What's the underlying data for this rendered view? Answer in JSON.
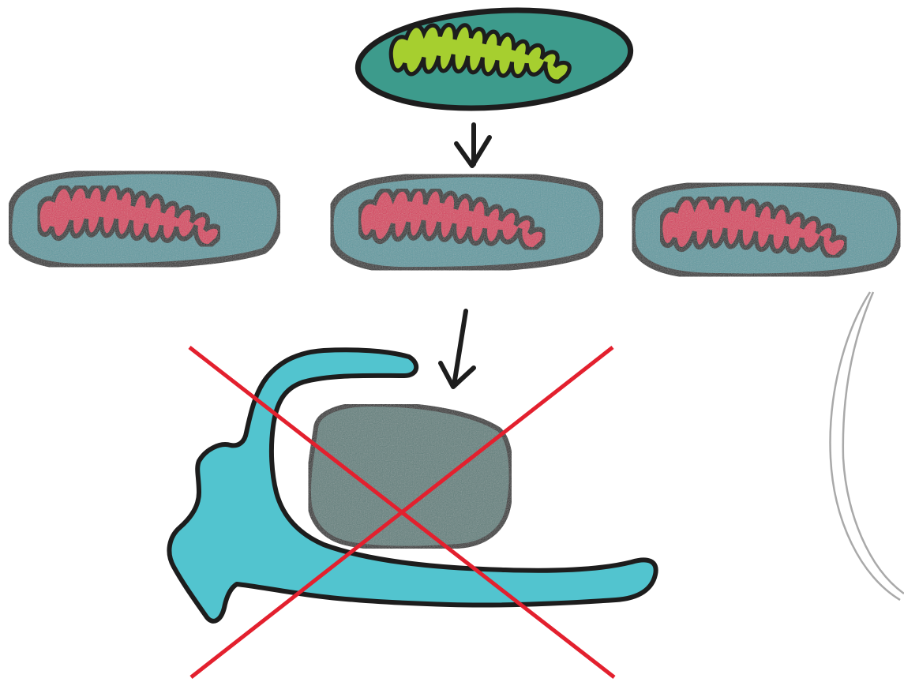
{
  "diagram": {
    "colors": {
      "background": "#ffffff",
      "outline": "#1d1d1d",
      "healthy_matrix": "#3d9b8c",
      "healthy_cristae": "#a6cf2f",
      "damaged_matrix": "#5c9aa0",
      "damaged_cristae": "#d8375a",
      "swollen_body": "#5e7f7c",
      "phagophore": "#52c4cf",
      "cross": "#e3202e",
      "faint_arc": "#a9a9a9"
    },
    "nodes": [
      {
        "id": "healthy-mitochondrion",
        "icon": "mitochondrion-healthy-icon",
        "state": "healthy"
      },
      {
        "id": "damaged-mitochondrion-1",
        "icon": "mitochondrion-damaged-icon",
        "state": "fragmented"
      },
      {
        "id": "damaged-mitochondrion-2",
        "icon": "mitochondrion-damaged-icon",
        "state": "fragmented"
      },
      {
        "id": "damaged-mitochondrion-3",
        "icon": "mitochondrion-damaged-icon",
        "state": "fragmented"
      },
      {
        "id": "swollen-mitochondrion",
        "icon": "swollen-mitochondrion-icon",
        "state": "swollen"
      },
      {
        "id": "phagophore",
        "icon": "phagophore-icon",
        "state": "engulfing"
      }
    ],
    "edges": [
      {
        "from": "healthy-mitochondrion",
        "to": "damaged-mitochondrion-2"
      },
      {
        "from": "damaged-mitochondrion-2",
        "to": "swollen-mitochondrion"
      }
    ],
    "overlay": {
      "icon": "cross-out-icon",
      "target": "phagophore",
      "meaning": "blocked"
    }
  }
}
